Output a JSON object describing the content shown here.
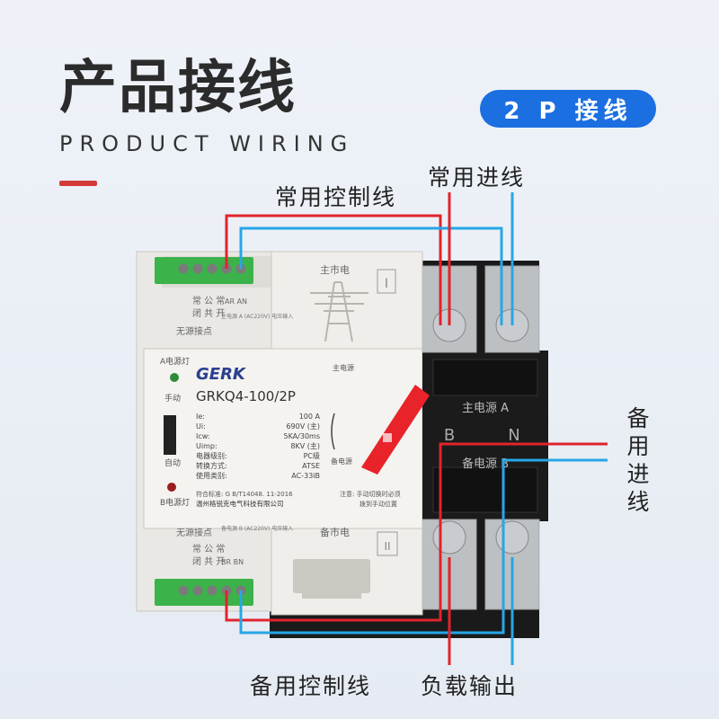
{
  "header": {
    "title": "产品接线",
    "subtitle": "PRODUCT WIRING",
    "badge": "2 P 接线"
  },
  "callouts": {
    "top_control": "常用控制线",
    "top_input": "常用进线",
    "right_input": "备用进线",
    "bottom_control": "备用控制线",
    "bottom_output": "负载输出"
  },
  "device": {
    "brand": "GERK",
    "model": "GRKQ4-100/2P",
    "main_source_label": "主市电",
    "main_source_num": "I",
    "backup_source_label": "备市电",
    "backup_source_num": "II",
    "terminal_top_row1": "常 公 常",
    "terminal_top_row2": "闭 共 开",
    "terminal_top_ar_an": "AR AN",
    "top_passive": "无源接点",
    "top_power_note": "主电源 A\n(AC220V)\n电压输入",
    "bottom_passive": "无源接点",
    "bottom_power_note": "备电源 B\n(AC220V)\n电压输入",
    "terminal_bottom_row1": "常 公 常",
    "terminal_bottom_row2": "闭 共 开",
    "terminal_bottom_br_bn": "BR BN",
    "lamp_a": "A电源灯",
    "lamp_b": "B电源灯",
    "manual": "手动",
    "auto": "自动",
    "handle_top": "主电源",
    "handle_bottom": "备电源",
    "specs": [
      [
        "Ie:",
        "100 A"
      ],
      [
        "Ui:",
        "690V (主)"
      ],
      [
        "Icw:",
        "5KA/30ms"
      ],
      [
        "Uimp:",
        "8KV (主)"
      ],
      [
        "电器级别:",
        "PC级"
      ],
      [
        "转换方式:",
        "ATSE"
      ],
      [
        "使用类别:",
        "AC-33iB"
      ]
    ],
    "standard": "符合标准: G B/T14048. 11-2016",
    "maker": "温州格锐克电气科技有限公司",
    "note1": "注意: 手动切换时必须",
    "note2": "拨到手动位置",
    "main_power_a": "主电源 A",
    "backup_power_b": "备电源 B",
    "pole_b": "B",
    "pole_n": "N"
  },
  "colors": {
    "accent_red": "#d33a3a",
    "badge_blue": "#1b6fe0",
    "wire_red": "#e0242c",
    "wire_blue": "#28a6e6",
    "terminal_green": "#3cb34a",
    "handle_red": "#e8232a"
  }
}
